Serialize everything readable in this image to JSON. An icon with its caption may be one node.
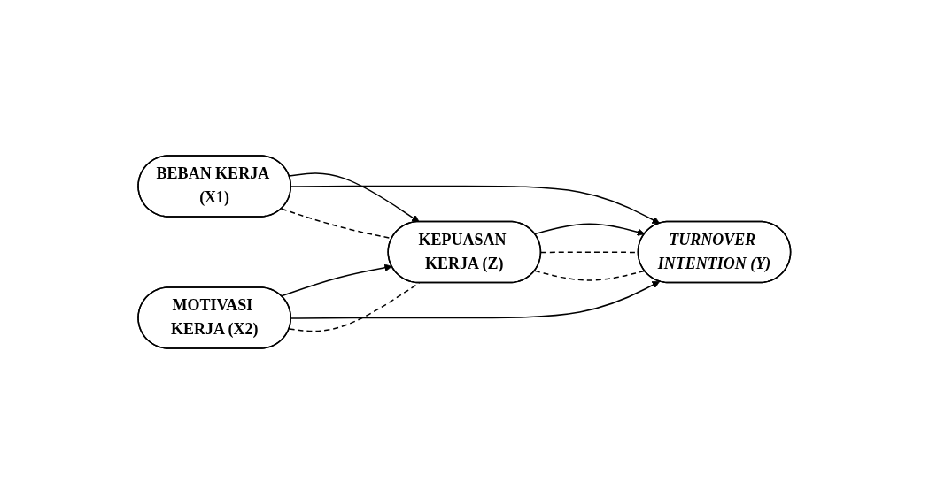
{
  "diagram": {
    "nodes": [
      {
        "text": [
          "BEBAN KERJA (X1)"
        ]
      },
      {
        "text": [
          "KEPUASAN KERJA (Z)"
        ]
      },
      {
        "text": [
          "TURNOVER INTENTION (Y)"
        ]
      },
      {
        "text": [
          "MOTIVASI KERJA (X2)"
        ]
      }
    ],
    "edges": [
      {
        "from": 0,
        "to": 1,
        "arrow": "to"
      },
      {
        "from": 0,
        "to": 2,
        "arrow": "to"
      },
      {
        "from": 1,
        "to": 2,
        "arrow": "to"
      },
      {
        "from": 3,
        "to": 1,
        "arrow": "to"
      },
      {
        "from": 3,
        "to": 2,
        "arrow": "to"
      },
      {
        "from": 0,
        "to": 1,
        "arrow": "none",
        "style": "dashed"
      },
      {
        "from": 1,
        "to": 2,
        "arrow": "none",
        "style": "dashed"
      },
      {
        "from": 3,
        "to": 1,
        "arrow": "none",
        "style": "dashed"
      },
      {
        "from": 1,
        "to": 2,
        "arrow": "none",
        "style": "dashed"
      }
    ]
  }
}
